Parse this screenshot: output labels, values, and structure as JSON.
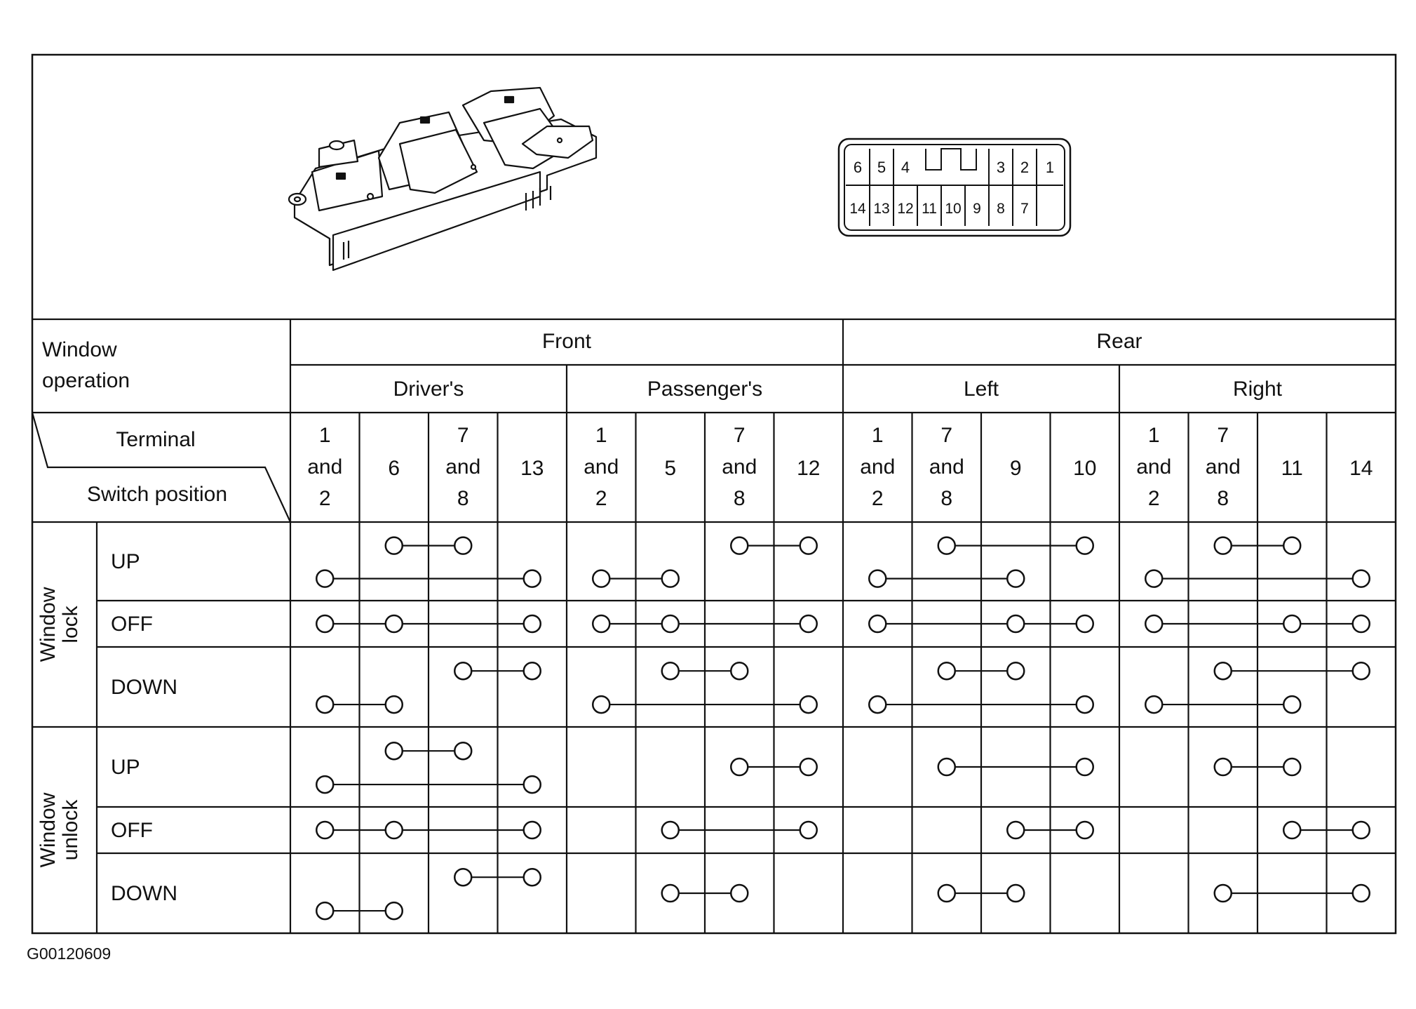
{
  "figure_id": "G00120609",
  "connector": {
    "top_row": [
      "6",
      "5",
      "4",
      "3",
      "2",
      "1"
    ],
    "bottom_row": [
      "14",
      "13",
      "12",
      "11",
      "10",
      "9",
      "8",
      "7"
    ]
  },
  "table": {
    "header_window_operation": [
      "Window",
      "operation"
    ],
    "header_terminal": "Terminal",
    "header_switch_position": "Switch position",
    "groups": [
      {
        "label": "Front",
        "subgroups": [
          {
            "label": "Driver's",
            "terminals": [
              "1 and 2",
              "6",
              "7 and 8",
              "13"
            ]
          },
          {
            "label": "Passenger's",
            "terminals": [
              "1 and 2",
              "5",
              "7 and 8",
              "12"
            ]
          }
        ]
      },
      {
        "label": "Rear",
        "subgroups": [
          {
            "label": "Left",
            "terminals": [
              "1 and 2",
              "7 and 8",
              "9",
              "10"
            ]
          },
          {
            "label": "Right",
            "terminals": [
              "1 and 2",
              "7 and 8",
              "11",
              "14"
            ]
          }
        ]
      }
    ],
    "modes": [
      {
        "label": [
          "Window",
          "lock"
        ],
        "positions": [
          {
            "label": "UP",
            "continuity": [
              [
                [
                  1,
                  2
                ],
                [
                  0,
                  3
                ]
              ],
              [
                [
                  2,
                  3
                ],
                [
                  0,
                  1
                ]
              ],
              [
                [
                  1,
                  3
                ],
                [
                  0,
                  2
                ]
              ],
              [
                [
                  1,
                  2
                ],
                [
                  0,
                  3
                ]
              ]
            ]
          },
          {
            "label": "OFF",
            "continuity": [
              [
                [
                  0,
                  1,
                  3
                ]
              ],
              [
                [
                  0,
                  1,
                  3
                ]
              ],
              [
                [
                  0,
                  2,
                  3
                ]
              ],
              [
                [
                  0,
                  2,
                  3
                ]
              ]
            ]
          },
          {
            "label": "DOWN",
            "continuity": [
              [
                [
                  2,
                  3
                ],
                [
                  0,
                  1
                ]
              ],
              [
                [
                  1,
                  2
                ],
                [
                  0,
                  3
                ]
              ],
              [
                [
                  1,
                  2
                ],
                [
                  0,
                  3
                ]
              ],
              [
                [
                  1,
                  3
                ],
                [
                  0,
                  2
                ]
              ]
            ]
          }
        ]
      },
      {
        "label": [
          "Window",
          "unlock"
        ],
        "positions": [
          {
            "label": "UP",
            "continuity": [
              [
                [
                  1,
                  2
                ],
                [
                  0,
                  3
                ]
              ],
              [
                [
                  2,
                  3
                ]
              ],
              [
                [
                  1,
                  3
                ]
              ],
              [
                [
                  1,
                  2
                ]
              ]
            ]
          },
          {
            "label": "OFF",
            "continuity": [
              [
                [
                  0,
                  1,
                  3
                ]
              ],
              [
                [
                  1,
                  3
                ]
              ],
              [
                [
                  2,
                  3
                ]
              ],
              [
                [
                  2,
                  3
                ]
              ]
            ]
          },
          {
            "label": "DOWN",
            "continuity": [
              [
                [
                  2,
                  3
                ],
                [
                  0,
                  1
                ]
              ],
              [
                [
                  1,
                  2
                ]
              ],
              [
                [
                  1,
                  2
                ]
              ],
              [
                [
                  1,
                  3
                ]
              ]
            ]
          }
        ]
      }
    ]
  }
}
